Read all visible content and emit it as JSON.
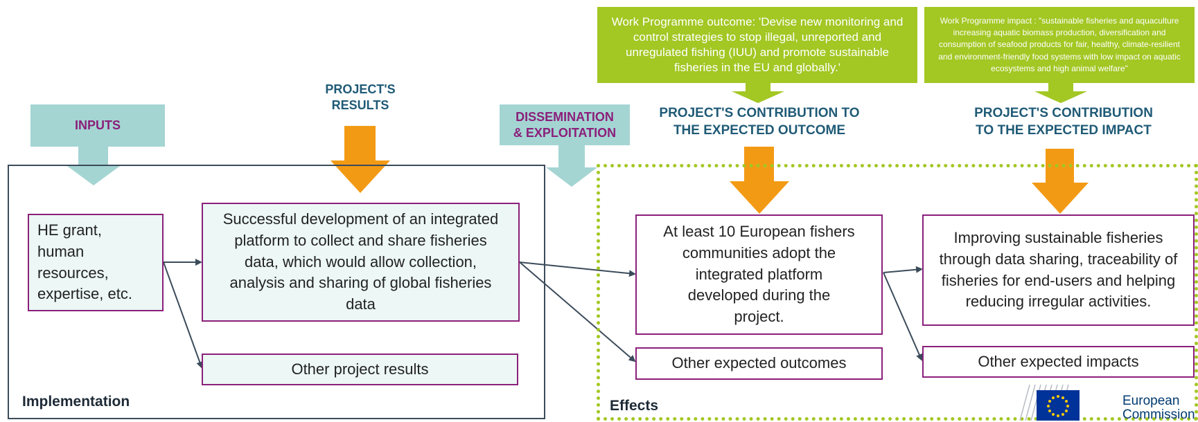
{
  "headers": {
    "inputs": "INPUTS",
    "results": "PROJECT'S\nRESULTS",
    "dissemination": "DISSEMINATION\n& EXPLOITATION",
    "outcome_contribution": "PROJECT'S CONTRIBUTION TO\nTHE EXPECTED OUTCOME",
    "impact_contribution": "PROJECT'S CONTRIBUTION\nTO THE EXPECTED IMPACT"
  },
  "work_programme": {
    "outcome": "Work Programme outcome: 'Devise new monitoring and control strategies to stop illegal, unreported and unregulated fishing (IUU) and promote sustainable fisheries in the EU and globally.'",
    "impact": "Work Programme impact : \"sustainable fisheries and aquaculture increasing aquatic biomass production, diversification and consumption of seafood products for fair, healthy, climate-resilient and environment-friendly food systems with low impact on aquatic ecosystems and high animal welfare\""
  },
  "boxes": {
    "inputs": "HE grant,\nhuman\nresources,\nexpertise, etc.",
    "main_result": "Successful development of an integrated platform to collect and share fisheries data, which would allow collection, analysis and sharing of global fisheries data",
    "other_results": "Other project results",
    "main_outcome": "At least 10 European fishers communities adopt the integrated platform developed during the project.",
    "other_outcomes": "Other expected outcomes",
    "main_impact": "Improving sustainable fisheries through data sharing, traceability of fisheries for end-users and helping reducing irregular activities.",
    "other_impacts": "Other expected impacts"
  },
  "frames": {
    "implementation": "Implementation",
    "effects": "Effects"
  },
  "logo": {
    "text": "European\nCommission",
    "icon": "eu-flag-icon"
  },
  "colors": {
    "teal": "#a4d5d3",
    "orange": "#f39a14",
    "green": "#a3c723",
    "magenta": "#8b1f7a",
    "navy": "#1f5a76",
    "eu_blue": "#003399",
    "eu_gold": "#ffcc00"
  }
}
